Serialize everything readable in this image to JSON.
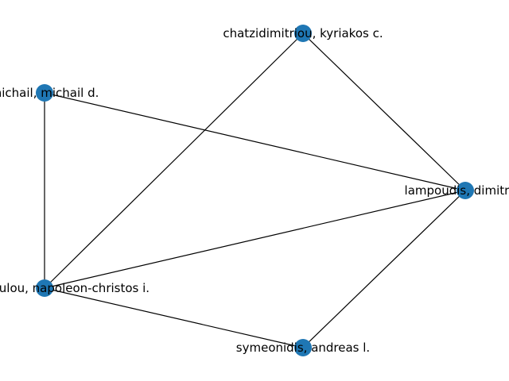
{
  "graph": {
    "node_color": "#1f77b4",
    "edge_color": "#000000",
    "label_color": "#000000",
    "nodes": [
      {
        "id": "chatzidimitriou",
        "label": "chatzidimitriou, kyriakos c."
      },
      {
        "id": "michail",
        "label": "michail, michail d."
      },
      {
        "id": "lampoudis",
        "label": "lampoudis, dimitrios"
      },
      {
        "id": "napoleon",
        "label": "papadopoulou, napoleon-christos i."
      },
      {
        "id": "symeonidis",
        "label": "symeonidis, andreas l."
      }
    ],
    "edges": [
      {
        "source": "chatzidimitriou",
        "target": "lampoudis"
      },
      {
        "source": "chatzidimitriou",
        "target": "napoleon"
      },
      {
        "source": "michail",
        "target": "lampoudis"
      },
      {
        "source": "michail",
        "target": "napoleon"
      },
      {
        "source": "napoleon",
        "target": "lampoudis"
      },
      {
        "source": "napoleon",
        "target": "symeonidis"
      },
      {
        "source": "symeonidis",
        "target": "lampoudis"
      }
    ]
  }
}
